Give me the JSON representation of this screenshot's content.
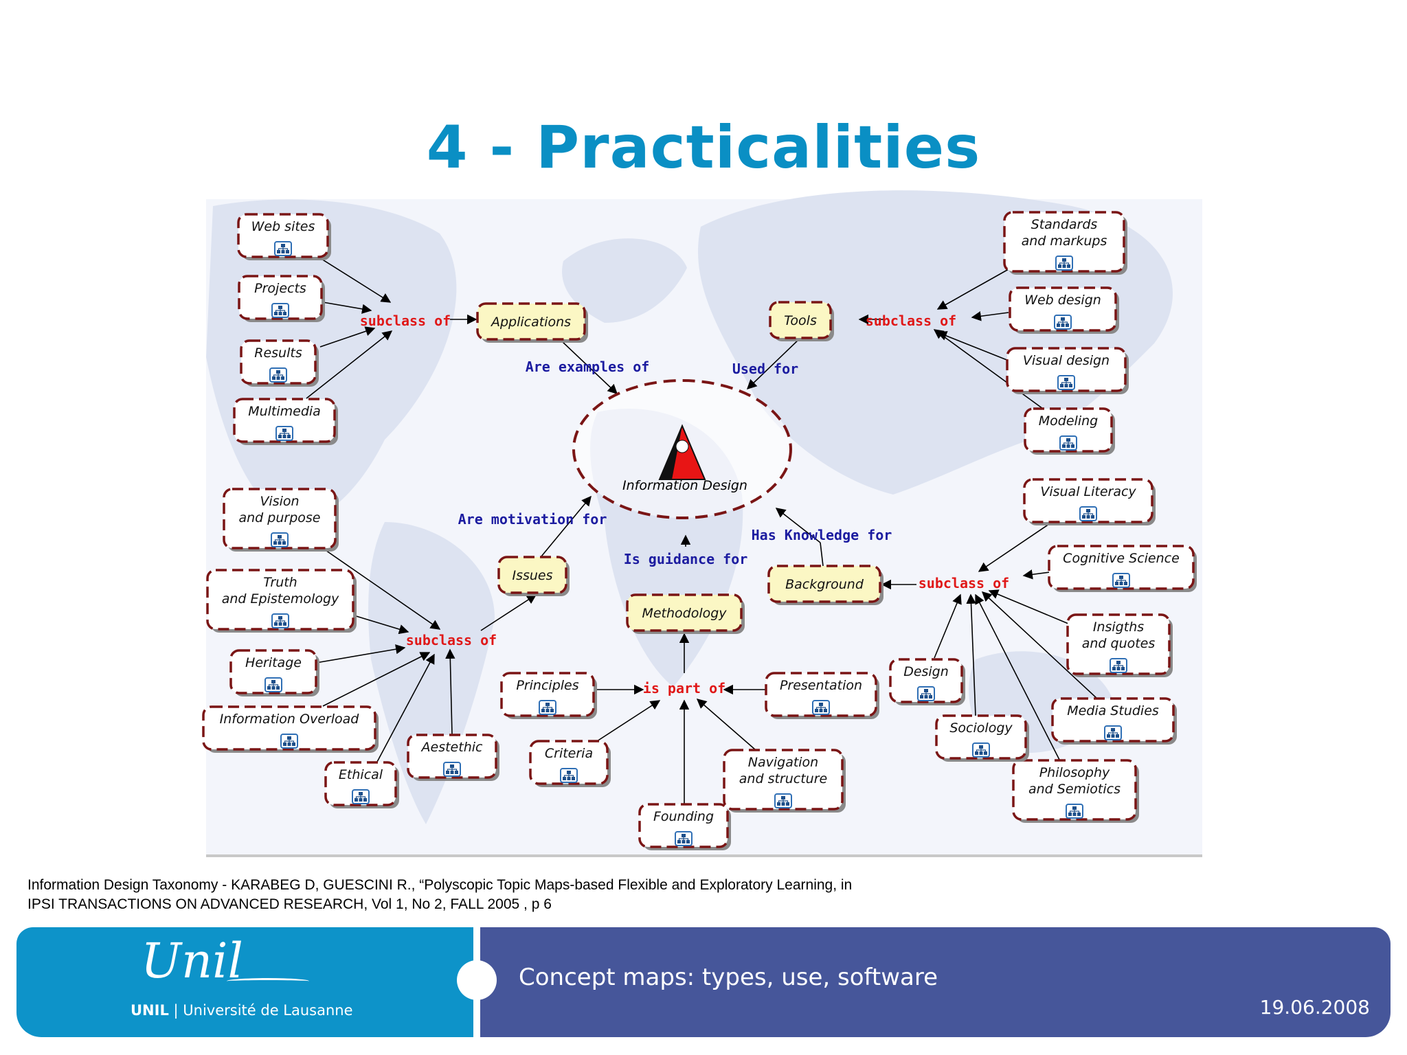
{
  "slide_title": "4 - Practicalities",
  "center": {
    "label": "Information Design"
  },
  "relations": {
    "subclass_of": "subclass of",
    "is_part_of": "is part of",
    "are_examples_of": "Are examples of",
    "used_for": "Used for",
    "are_motivation_for": "Are motivation for",
    "is_guidance_for": "Is guidance for",
    "has_knowledge_for": "Has Knowledge for"
  },
  "hub_concepts": {
    "applications": "Applications",
    "tools": "Tools",
    "issues": "Issues",
    "methodology": "Methodology",
    "background": "Background"
  },
  "leaf_concepts": {
    "web_sites": "Web sites",
    "projects": "Projects",
    "results": "Results",
    "multimedia": "Multimedia",
    "standards": [
      "Standards",
      "and markups"
    ],
    "web_design": "Web design",
    "visual_design": "Visual design",
    "modeling": "Modeling",
    "vision": [
      "Vision",
      "and purpose"
    ],
    "truth": [
      "Truth",
      "and Epistemology"
    ],
    "heritage": "Heritage",
    "info_overload": "Information Overload",
    "ethical": "Ethical",
    "aestethic": "Aestethic",
    "principles": "Principles",
    "criteria": "Criteria",
    "founding": "Founding",
    "navigation": [
      "Navigation",
      "and structure"
    ],
    "presentation": "Presentation",
    "visual_literacy": "Visual Literacy",
    "cognitive_science": "Cognitive Science",
    "insigths": [
      "Insigths",
      "and quotes"
    ],
    "media_studies": "Media Studies",
    "philosophy": [
      "Philosophy",
      "and Semiotics"
    ],
    "sociology": "Sociology",
    "design": "Design"
  },
  "caption": {
    "line1": "Information Design Taxonomy - KARABEG D, GUESCINI R., “Polyscopic Topic Maps-based Flexible and Exploratory Learning, in",
    "line2": "IPSI TRANSACTIONS ON ADVANCED RESEARCH, Vol 1, No 2, FALL 2005 , p 6"
  },
  "footer": {
    "logo": "Unil",
    "institution_short": "UNIL",
    "institution_full": "Université de Lausanne",
    "title": "Concept maps: types, use, software",
    "date": "19.06.2008"
  },
  "colors": {
    "title": "#0a8fc4",
    "relation_red": "#e01818",
    "relation_blue": "#1c1ca0",
    "node_border": "#7a1515",
    "hub_fill": "#fbf7c4",
    "footer_left": "#0d93c9",
    "footer_right": "#46569a"
  }
}
